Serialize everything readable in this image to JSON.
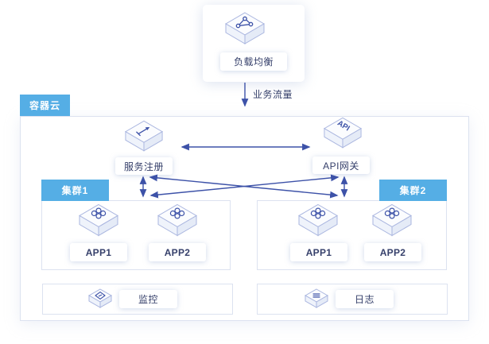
{
  "diagram": {
    "load_balancer": {
      "label": "负载均衡"
    },
    "traffic_label": "业务流量",
    "container": {
      "tag": "容器云"
    },
    "service_registry": {
      "label": "服务注册"
    },
    "api_gateway": {
      "label": "API网关",
      "icon_text": "API"
    },
    "clusters": [
      {
        "tag": "集群1",
        "apps": [
          {
            "label": "APP1"
          },
          {
            "label": "APP2"
          }
        ]
      },
      {
        "tag": "集群2",
        "apps": [
          {
            "label": "APP1"
          },
          {
            "label": "APP2"
          }
        ]
      }
    ],
    "monitor": {
      "label": "监控"
    },
    "log": {
      "label": "日志"
    },
    "colors": {
      "tag_blue": "#55AEE5",
      "arrow_blue": "#3D52A8",
      "icon_outline": "#A9B5DF",
      "box_border": "#DCE2F0",
      "text_dark": "#36406B"
    },
    "icons": [
      "load-balancer-icon",
      "service-registry-icon",
      "api-gateway-icon",
      "app-icon",
      "monitor-icon",
      "log-icon"
    ]
  }
}
